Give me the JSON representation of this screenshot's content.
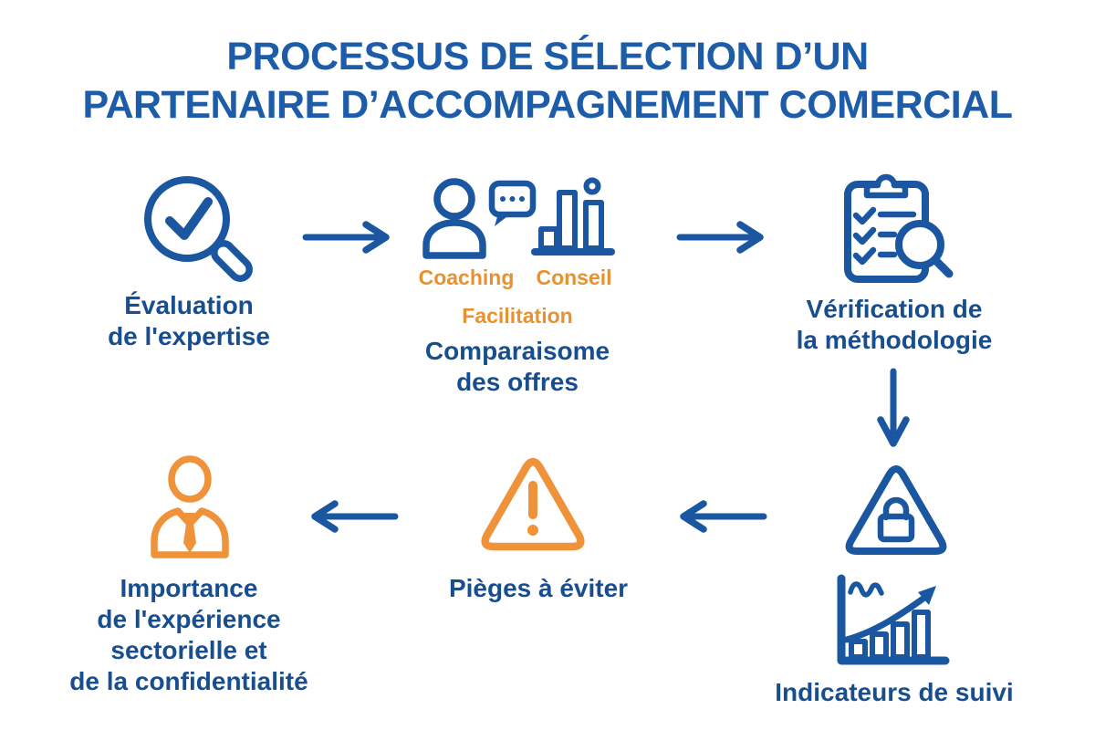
{
  "background": "#FFFFFF",
  "colors": {
    "title_blue": "#1D5CA8",
    "label_blue": "#174E90",
    "icon_blue": "#1A57A0",
    "orange_text": "#E8912F",
    "orange_icon": "#F0923A"
  },
  "title": {
    "lines": [
      "PROCESSUS DE SÉLECTION D’UN",
      "PARTENAIRE D’ACCOMPAGNEMENT COMERCIAL"
    ]
  },
  "steps": {
    "evaluation": {
      "icon": "magnifier-check",
      "label_lines": [
        "Évaluation",
        "de l'expertise"
      ]
    },
    "comparison": {
      "icons": [
        "person-chat",
        "bar-chart"
      ],
      "tags": {
        "coaching": "Coaching",
        "conseil": "Conseil",
        "facilitation": "Facilitation"
      },
      "label_lines": [
        "Comparaisome",
        "des offres"
      ]
    },
    "verification": {
      "icon": "clipboard-check-magnifier",
      "label_lines": [
        "Vérification de",
        "la méthodologie"
      ]
    },
    "indicators": {
      "icons": [
        "triangle-lock",
        "growth-chart"
      ],
      "label_lines": [
        "Indicateurs de suivi"
      ]
    },
    "pitfalls": {
      "icon": "warning-triangle",
      "label_lines": [
        "Pièges à éviter"
      ]
    },
    "importance": {
      "icon": "person-tie",
      "label_lines": [
        "Importance",
        "de l'expérience",
        "sectorielle et",
        "de la confidentialité"
      ]
    }
  },
  "flow": [
    "evaluation",
    "comparison",
    "verification",
    "indicators",
    "pitfalls",
    "importance"
  ]
}
